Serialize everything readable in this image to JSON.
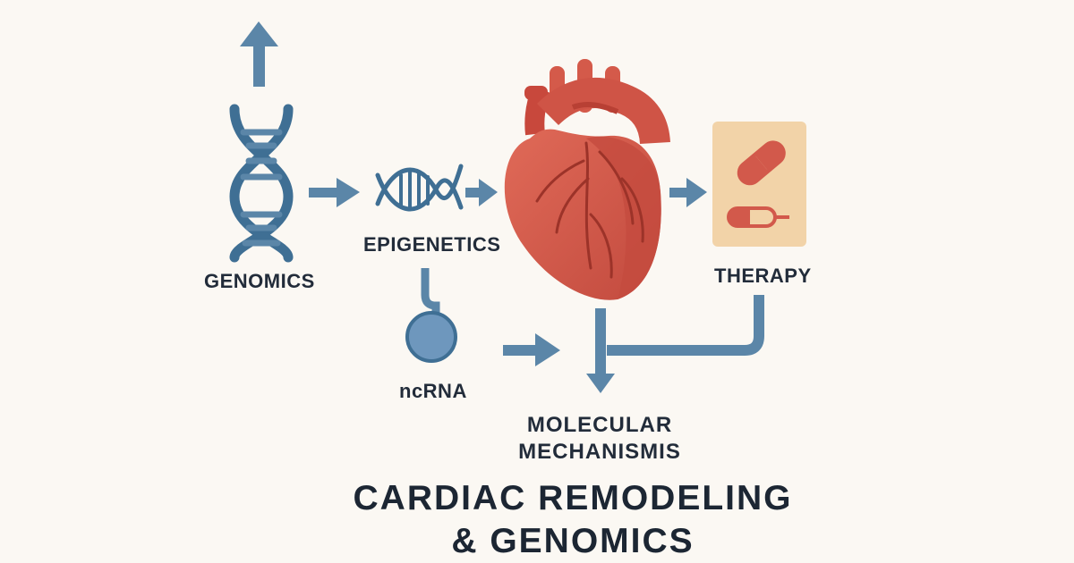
{
  "nodes": {
    "genomics": {
      "label": "GENOMICS"
    },
    "epigenetics": {
      "label": "EPIGENETICS"
    },
    "ncrna": {
      "label": "ncRNA"
    },
    "therapy": {
      "label": "THERAPY"
    },
    "mechanisms": {
      "line1": "MOLECULAR",
      "line2": "MECHANISMIS"
    }
  },
  "title": {
    "line1": "CARDIAC REMODELING",
    "line2": "& GENOMICS"
  },
  "colors": {
    "background": "#fbf8f3",
    "arrow": "#5b86a8",
    "dna": "#3f6f94",
    "heart": "#d2594b",
    "heart_dark": "#b84a3f",
    "therapy_box": "#f2d3a8",
    "text": "#222c3a"
  }
}
